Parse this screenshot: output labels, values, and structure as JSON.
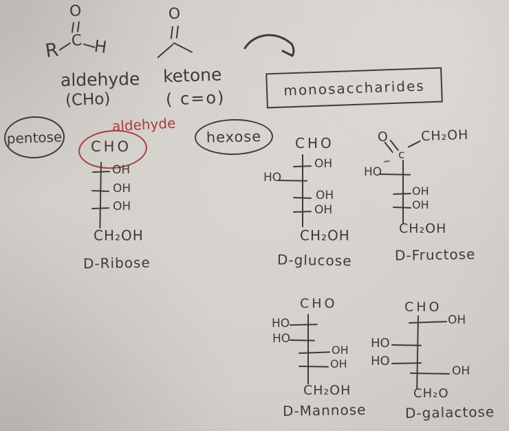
{
  "colors": {
    "ink": "#3e3a37",
    "red": "#a93b41",
    "paper": "#d4d0cb"
  },
  "functional_groups": {
    "aldehyde": {
      "atom_o": "O",
      "atom_c": "C",
      "atom_r": "R",
      "atom_h": "H",
      "label": "aldehyde",
      "formula": "(CHo)"
    },
    "ketone": {
      "atom_o": "O",
      "label": "ketone",
      "formula": "( c=o)"
    }
  },
  "heading": {
    "box_label": "monosaccharides"
  },
  "annotations": {
    "pentose": "pentose",
    "hexose": "hexose",
    "aldehyde_red": "aldehyde"
  },
  "molecules": {
    "ribose": {
      "top": "CHO",
      "s1": "OH",
      "s2": "OH",
      "s3": "OH",
      "bottom": "CH₂OH",
      "name": "D-Ribose"
    },
    "glucose": {
      "top": "CHO",
      "s1": "OH",
      "s2": "HO",
      "s3": "OH",
      "s4": "OH",
      "bottom": "CH₂OH",
      "name": "D-glucose"
    },
    "fructose": {
      "atom_o": "O",
      "atom_c": "c",
      "branch": "CH₂OH",
      "s2": "HO",
      "s3": "OH",
      "s4": "OH",
      "bottom": "CH₂OH",
      "name": "D-Fructose"
    },
    "mannose": {
      "top": "CHO",
      "s1": "HO",
      "s2": "HO",
      "s3": "OH",
      "s4": "OH",
      "bottom": "CH₂OH",
      "name": "D-Mannose"
    },
    "galactose": {
      "top": "CHO",
      "s1": "OH",
      "s2": "HO",
      "s3": "HO",
      "s4": "OH",
      "bottom": "CH₂O",
      "name": "D-galactose"
    }
  }
}
